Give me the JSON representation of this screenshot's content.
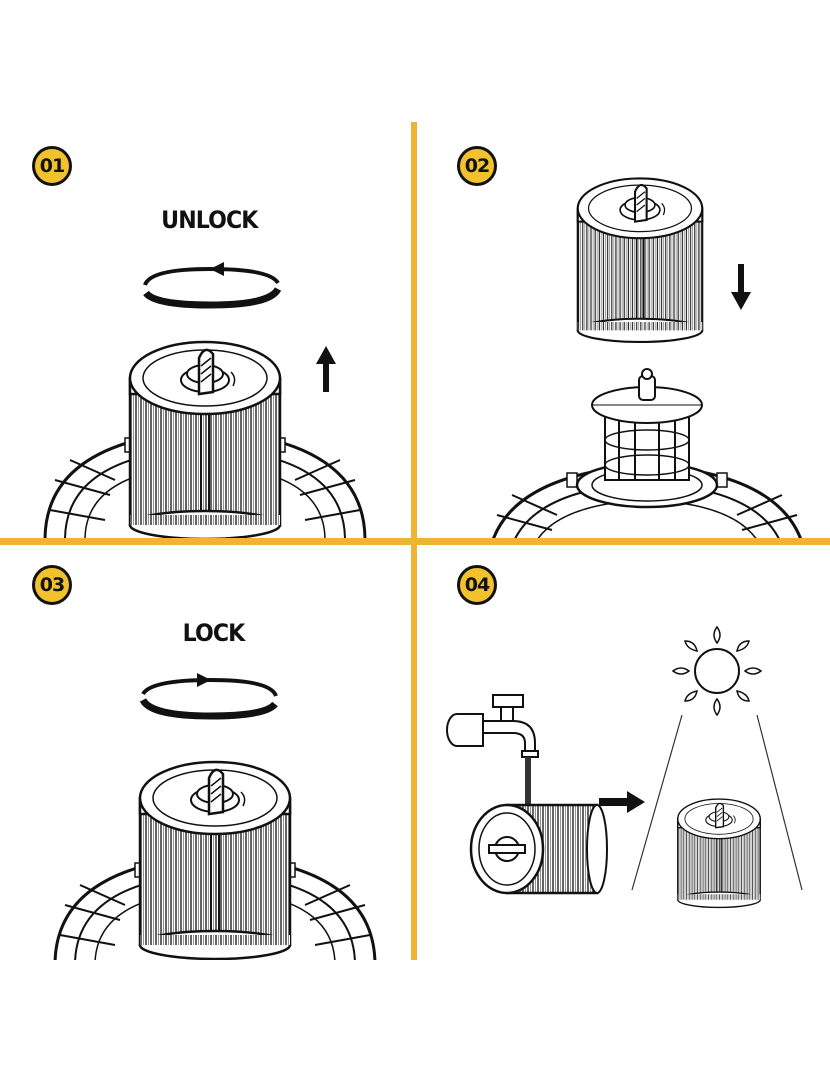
{
  "colors": {
    "accent": "#f2c12e",
    "divider": "#eeb433",
    "ink": "#111111"
  },
  "steps": [
    {
      "number": "01",
      "title": "UNLOCK",
      "icons": [
        "rotate-arrows-icon",
        "up-arrow-icon",
        "filter-on-base-icon"
      ]
    },
    {
      "number": "02",
      "title": "",
      "icons": [
        "filter-icon",
        "down-arrow-icon",
        "filter-cage-base-icon"
      ]
    },
    {
      "number": "03",
      "title": "LOCK",
      "icons": [
        "rotate-arrows-icon",
        "filter-on-base-icon"
      ]
    },
    {
      "number": "04",
      "title": "",
      "icons": [
        "faucet-icon",
        "filter-icon",
        "right-arrow-icon",
        "sun-icon",
        "filter-icon"
      ]
    }
  ]
}
